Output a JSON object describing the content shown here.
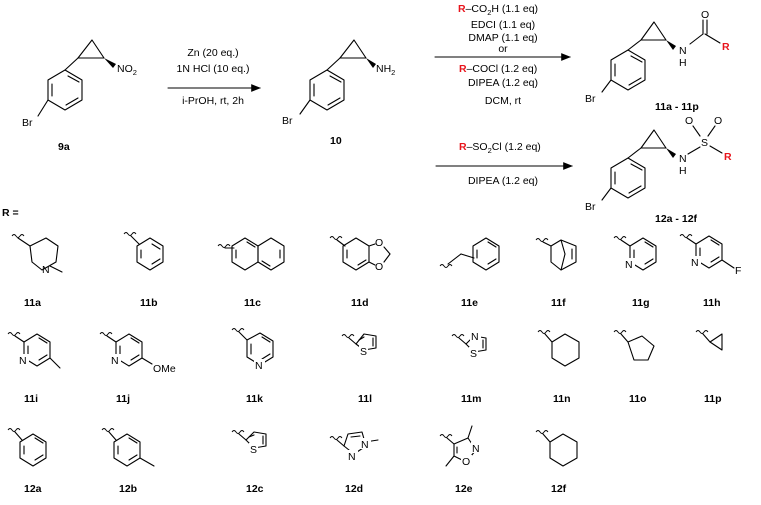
{
  "scheme": {
    "compounds": {
      "start": {
        "label": "9a",
        "br": "Br",
        "nitro": "NO",
        "nitro_sub": "2"
      },
      "amine": {
        "label": "10",
        "br": "Br",
        "nh": "NH",
        "nh_sub": "2"
      },
      "amides": {
        "label": "11a - 11p",
        "br": "Br",
        "n": "N",
        "h": "H",
        "o": "O",
        "r": "R"
      },
      "sulfonamides": {
        "label": "12a - 12f",
        "br": "Br",
        "n": "N",
        "h": "H",
        "s": "S",
        "o1": "O",
        "o2": "O",
        "r": "R"
      }
    },
    "step1": {
      "line1": "Zn (20 eq.)",
      "line2": "1N HCl (10 eq.)",
      "line3": "i-PrOH, rt, 2h"
    },
    "step2": {
      "r": "R",
      "line1_rest": "–CO",
      "line1_sub": "2",
      "line1_end": "H (1.1 eq)",
      "line2": "EDCI (1.1 eq)",
      "line3": "DMAP (1.1 eq)",
      "line4": "or",
      "line5_rest": "–COCl (1.2 eq)",
      "line6": "DIPEA (1.2 eq)",
      "line7": "DCM, rt"
    },
    "step3": {
      "r": "R",
      "line1_rest": "–SO",
      "line1_sub": "2",
      "line1_end": "Cl (1.2 eq)",
      "line2": "DIPEA (1.2 eq)"
    },
    "r_header": "R =",
    "substituents": [
      {
        "label": "11a",
        "atoms": [
          "N"
        ]
      },
      {
        "label": "11b"
      },
      {
        "label": "11c"
      },
      {
        "label": "11d",
        "atoms": [
          "O",
          "O"
        ]
      },
      {
        "label": "11e"
      },
      {
        "label": "11f"
      },
      {
        "label": "11g",
        "atoms": [
          "N"
        ]
      },
      {
        "label": "11h",
        "atoms": [
          "N",
          "F"
        ]
      },
      {
        "label": "11i",
        "atoms": [
          "N"
        ]
      },
      {
        "label": "11j",
        "atoms": [
          "N",
          "OMe"
        ]
      },
      {
        "label": "11k",
        "atoms": [
          "N"
        ]
      },
      {
        "label": "11l",
        "atoms": [
          "S"
        ]
      },
      {
        "label": "11m",
        "atoms": [
          "N",
          "S"
        ]
      },
      {
        "label": "11n"
      },
      {
        "label": "11o"
      },
      {
        "label": "11p"
      },
      {
        "label": "12a"
      },
      {
        "label": "12b"
      },
      {
        "label": "12c",
        "atoms": [
          "S"
        ]
      },
      {
        "label": "12d",
        "atoms": [
          "N",
          "N"
        ]
      },
      {
        "label": "12e",
        "atoms": [
          "N",
          "O"
        ]
      },
      {
        "label": "12f"
      }
    ]
  }
}
